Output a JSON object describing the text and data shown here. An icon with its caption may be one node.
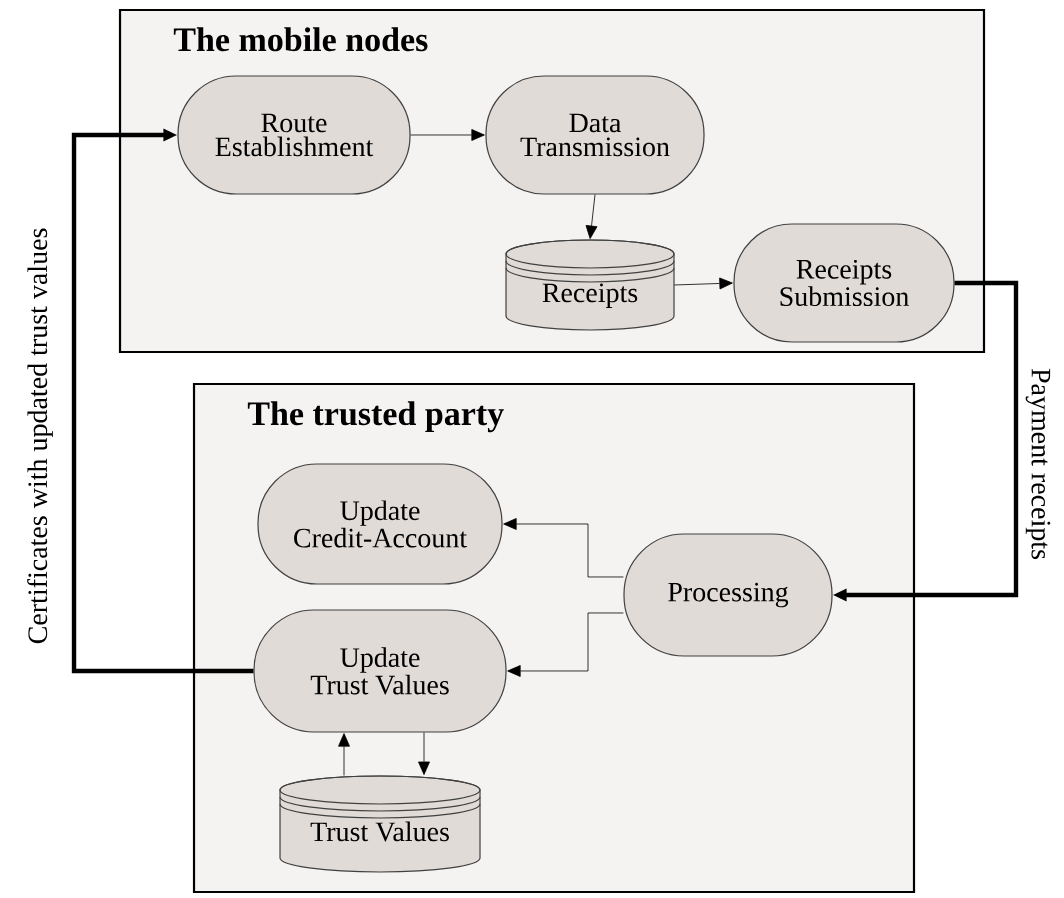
{
  "diagram": {
    "nodes": [
      {
        "text": [
          "The mobile nodes"
        ]
      },
      {
        "text": [
          "Route Establishment"
        ],
        "in": 0
      },
      {
        "text": [
          "Data Transmission"
        ],
        "in": 0
      },
      {
        "text": [
          "Receipts"
        ],
        "in": 0
      },
      {
        "text": [
          "Receipts Submission"
        ],
        "in": 0
      },
      {
        "text": [
          "The trusted party"
        ]
      },
      {
        "text": [
          "Update Credit-Account"
        ],
        "in": 5
      },
      {
        "text": [
          "Processing"
        ],
        "in": 5
      },
      {
        "text": [
          "Update Trust Values"
        ],
        "in": 5
      },
      {
        "text": [
          "Trust Values"
        ],
        "in": 5
      }
    ],
    "edges": [
      {
        "from": 1,
        "to": 2,
        "arrow": "to"
      },
      {
        "from": 2,
        "to": 3,
        "arrow": "to"
      },
      {
        "from": 3,
        "to": 4,
        "arrow": "to"
      },
      {
        "from": 4,
        "to": 7,
        "arrow": "to",
        "label": "Payment receipts",
        "style": "thick"
      },
      {
        "from": 8,
        "to": 1,
        "arrow": "to",
        "label": "Certificates with updated trust values",
        "style": "thick"
      },
      {
        "from": 7,
        "to": 6,
        "arrow": "to"
      },
      {
        "from": 7,
        "to": 8,
        "arrow": "to"
      },
      {
        "from": 9,
        "to": 8,
        "arrow": "to"
      },
      {
        "from": 8,
        "to": 9,
        "arrow": "to"
      }
    ]
  }
}
